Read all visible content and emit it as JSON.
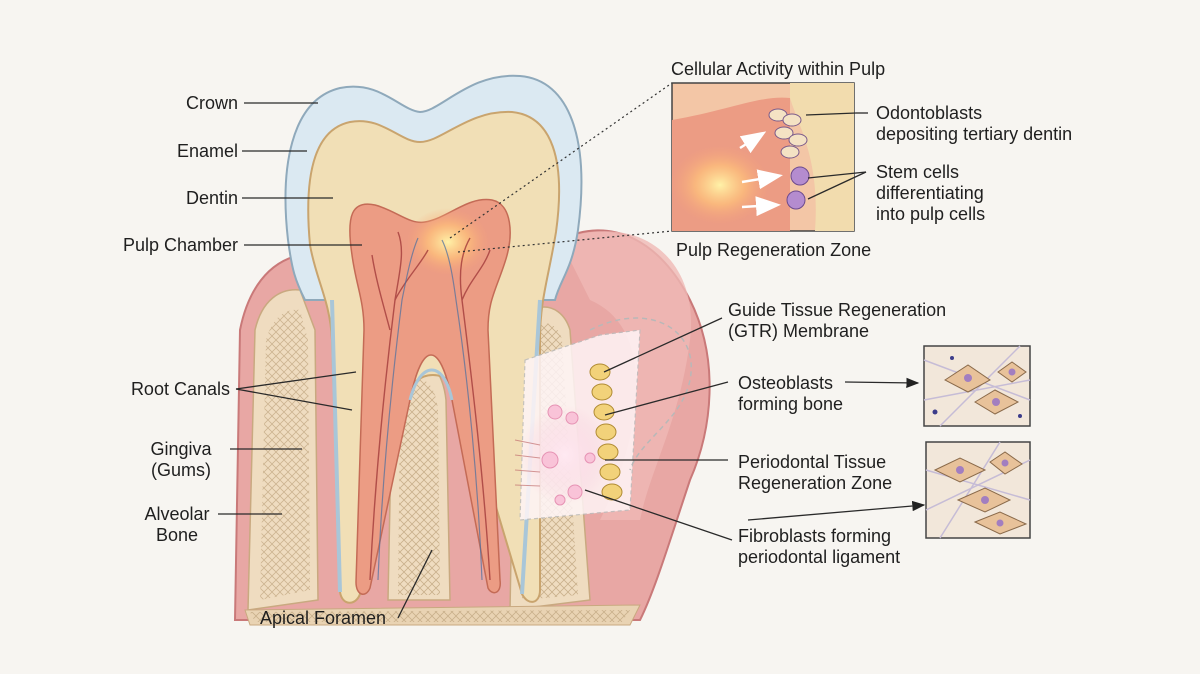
{
  "labels": {
    "crown": "Crown",
    "enamel": "Enamel",
    "dentin": "Dentin",
    "pulp_chamber": "Pulp Chamber",
    "root_canals": "Root Canals",
    "gingiva_line1": "Gingiva",
    "gingiva_line2": "(Gums)",
    "alveolar_line1": "Alveolar",
    "alveolar_line2": "Bone",
    "apical_foramen": "Apical Foramen",
    "cellular_activity": "Cellular Activity within Pulp",
    "odontoblasts_line1": "Odontoblasts",
    "odontoblasts_line2": "depositing tertiary dentin",
    "stem_line1": "Stem cells",
    "stem_line2": "differentiating",
    "stem_line3": "into pulp cells",
    "pulp_regen_zone": "Pulp Regeneration Zone",
    "gtr_line1": "Guide Tissue Regeneration",
    "gtr_line2": "(GTR) Membrane",
    "osteo_line1": "Osteoblasts",
    "osteo_line2": "forming bone",
    "perio_line1": "Periodontal Tissue",
    "perio_line2": "Regeneration Zone",
    "fibro_line1": "Fibroblasts forming",
    "fibro_line2": "periodontal ligament"
  },
  "colors": {
    "background": "#f7f5f1",
    "enamel": "#dbe9f2",
    "dentin": "#f1dfb6",
    "pulp": "#ec9c84",
    "gum": "#e7a0a0",
    "bone": "#efdcc0",
    "line": "#2a2a2a"
  }
}
